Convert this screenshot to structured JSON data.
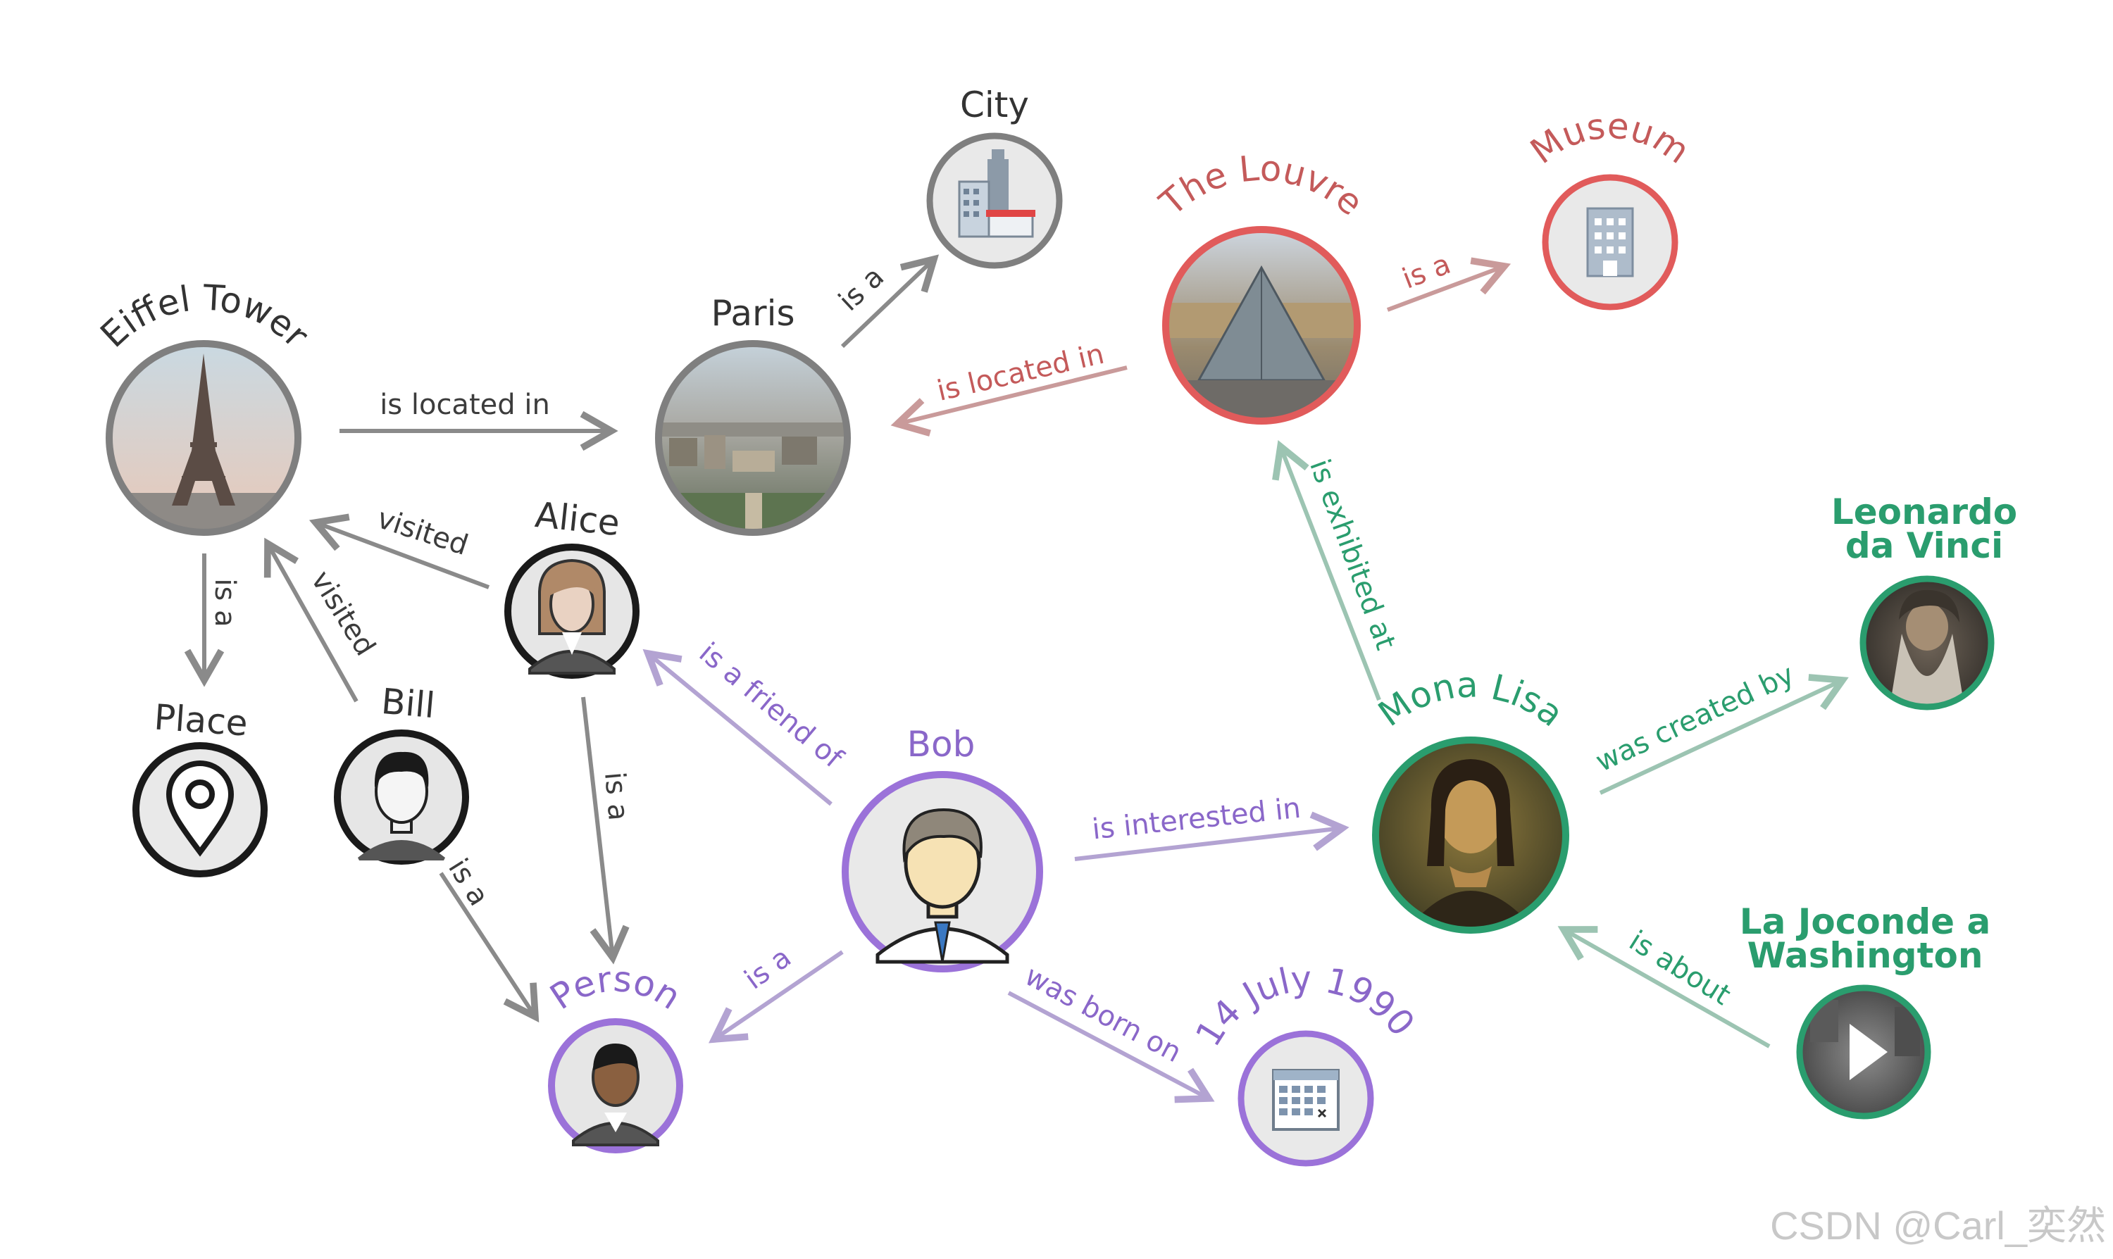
{
  "colors": {
    "gray": "#7f7f7f",
    "gray_text": "#333333",
    "red": "#e15b5b",
    "red_text": "#c45a5a",
    "red_edge": "#c99a9a",
    "purple": "#9b72d9",
    "purple_text": "#8a67c9",
    "purple_edge": "#b3a3d2",
    "green": "#2a9d6e",
    "green_text": "#2a9d6e",
    "green_edge": "#9cc4b2"
  },
  "nodes": {
    "eiffel_tower": {
      "label": "Eiffel Tower",
      "icon": "eiffel-tower-photo"
    },
    "paris": {
      "label": "Paris",
      "icon": "paris-city-photo"
    },
    "city": {
      "label": "City",
      "icon": "city-buildings-icon"
    },
    "the_louvre": {
      "label": "The Louvre",
      "icon": "louvre-pyramid-photo"
    },
    "museum": {
      "label": "Museum",
      "icon": "museum-building-icon"
    },
    "place": {
      "label": "Place",
      "icon": "map-pin-icon"
    },
    "bill": {
      "label": "Bill",
      "icon": "man-avatar-icon"
    },
    "alice": {
      "label": "Alice",
      "icon": "woman-avatar-icon"
    },
    "person": {
      "label": "Person",
      "icon": "person-avatar-icon"
    },
    "bob": {
      "label": "Bob",
      "icon": "man-in-shirt-avatar-icon"
    },
    "mona_lisa": {
      "label": "Mona Lisa",
      "icon": "mona-lisa-painting"
    },
    "leonardo": {
      "label_line1": "Leonardo",
      "label_line2": "da Vinci",
      "icon": "leonardo-portrait"
    },
    "la_joconde": {
      "label_line1": "La Joconde a",
      "label_line2": "Washington",
      "icon": "video-play-icon"
    },
    "date": {
      "label": "14 July 1990",
      "icon": "calendar-icon"
    }
  },
  "edges": {
    "eiffel_located_paris": "is located in",
    "paris_is_a_city": "is a",
    "louvre_located_paris": "is located in",
    "louvre_is_a_museum": "is a",
    "alice_visited_eiffel": "visited",
    "bill_visited_eiffel": "visited",
    "eiffel_is_a_place": "is a",
    "alice_is_a_person": "is a",
    "bill_is_a_person": "is a",
    "bob_friend_alice": "is a friend of",
    "bob_is_a_person": "is a",
    "bob_interested_mona": "is interested in",
    "bob_born_on": "was born on",
    "mona_exhibited_louvre": "is exhibited at",
    "mona_created_by": "was created by",
    "joconde_about_mona": "is about"
  },
  "watermark": "CSDN @Carl_奕然"
}
